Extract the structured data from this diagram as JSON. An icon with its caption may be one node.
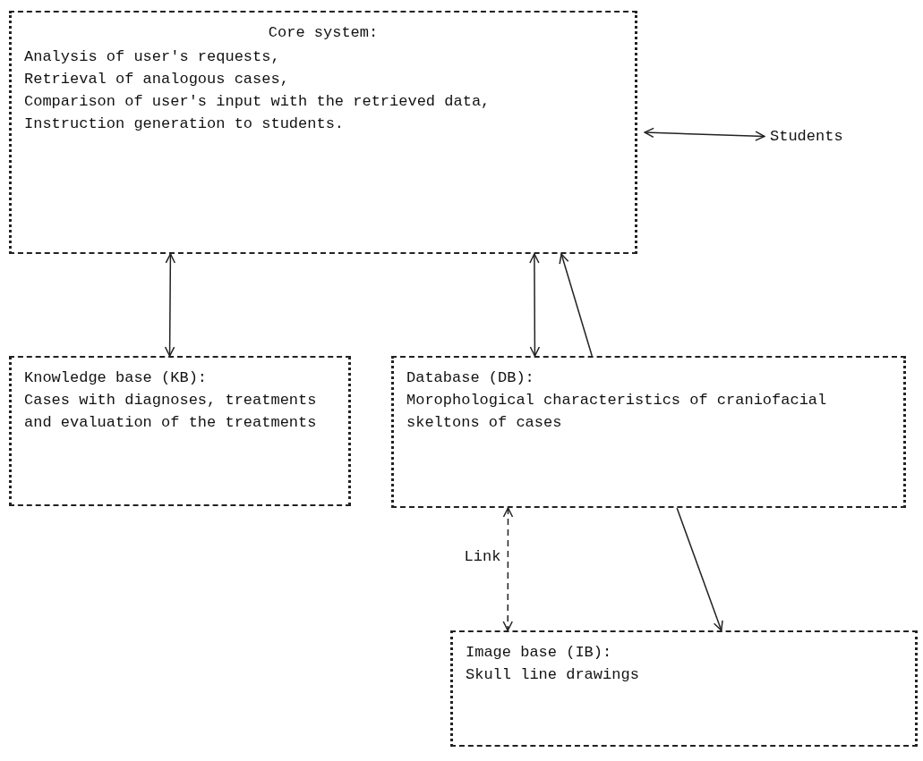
{
  "diagram": {
    "nodes": [
      {
        "text": [
          "Core system:",
          "Analysis of user's requests,",
          "Retrieval of analogous cases,",
          "Comparison of user's input with the retrieved data,",
          "Instruction generation to students."
        ]
      },
      {
        "text": [
          "Students"
        ]
      },
      {
        "text": [
          "Knowledge base (KB):",
          "Cases with diagnoses, treatments and evaluation of the treatments"
        ]
      },
      {
        "text": [
          "Database (DB):",
          "Morophological characteristics of craniofacial skeltons of cases"
        ]
      },
      {
        "text": [
          "Image base (IB):",
          "Skull line drawings"
        ]
      }
    ],
    "edges": [
      {
        "from": 0,
        "to": 1,
        "arrow": "both"
      },
      {
        "from": 0,
        "to": 2,
        "arrow": "both"
      },
      {
        "from": 0,
        "to": 3,
        "arrow": "both"
      },
      {
        "from": 3,
        "to": 0,
        "arrow": "to"
      },
      {
        "from": 3,
        "to": 4,
        "arrow": "both",
        "style": "dashed",
        "label": "Link"
      },
      {
        "from": 3,
        "to": 4,
        "arrow": "to"
      }
    ]
  }
}
